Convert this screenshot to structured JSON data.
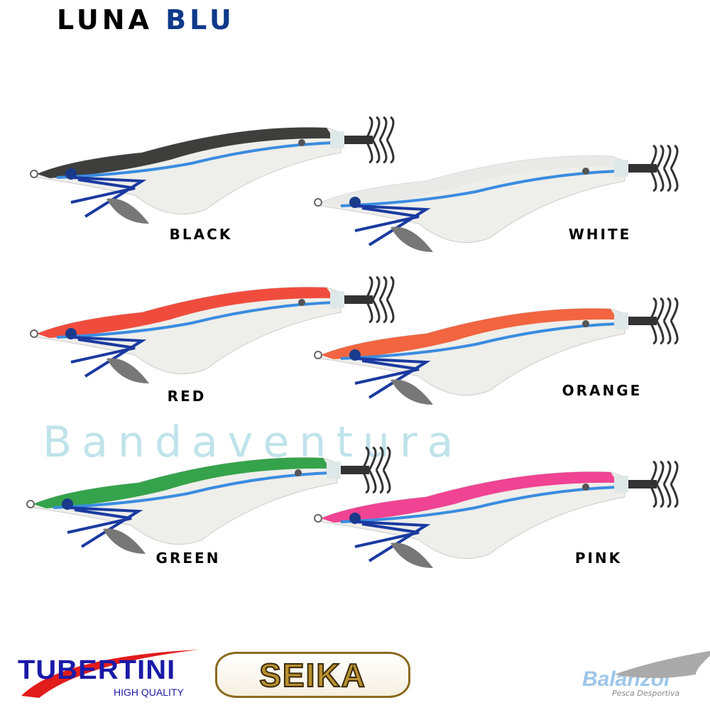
{
  "title": {
    "part1": "LUNA",
    "part2": "BLU"
  },
  "watermark": "Bandaventura",
  "lures": [
    {
      "label": "BLACK",
      "top_color": "#2a2a2a"
    },
    {
      "label": "WHITE",
      "top_color": "#e8e8e8"
    },
    {
      "label": "RED",
      "top_color": "#f03a2a"
    },
    {
      "label": "ORANGE",
      "top_color": "#f2552e"
    },
    {
      "label": "GREEN",
      "top_color": "#1f9a3a"
    },
    {
      "label": "PINK",
      "top_color": "#f0308a"
    }
  ],
  "logos": {
    "tubertini": {
      "name": "TUBERTINI",
      "tagline": "HIGH QUALITY"
    },
    "seika": "SEIKA",
    "balanzol": {
      "name": "Balanzol",
      "tagline": "Pesca Desportiva"
    }
  }
}
